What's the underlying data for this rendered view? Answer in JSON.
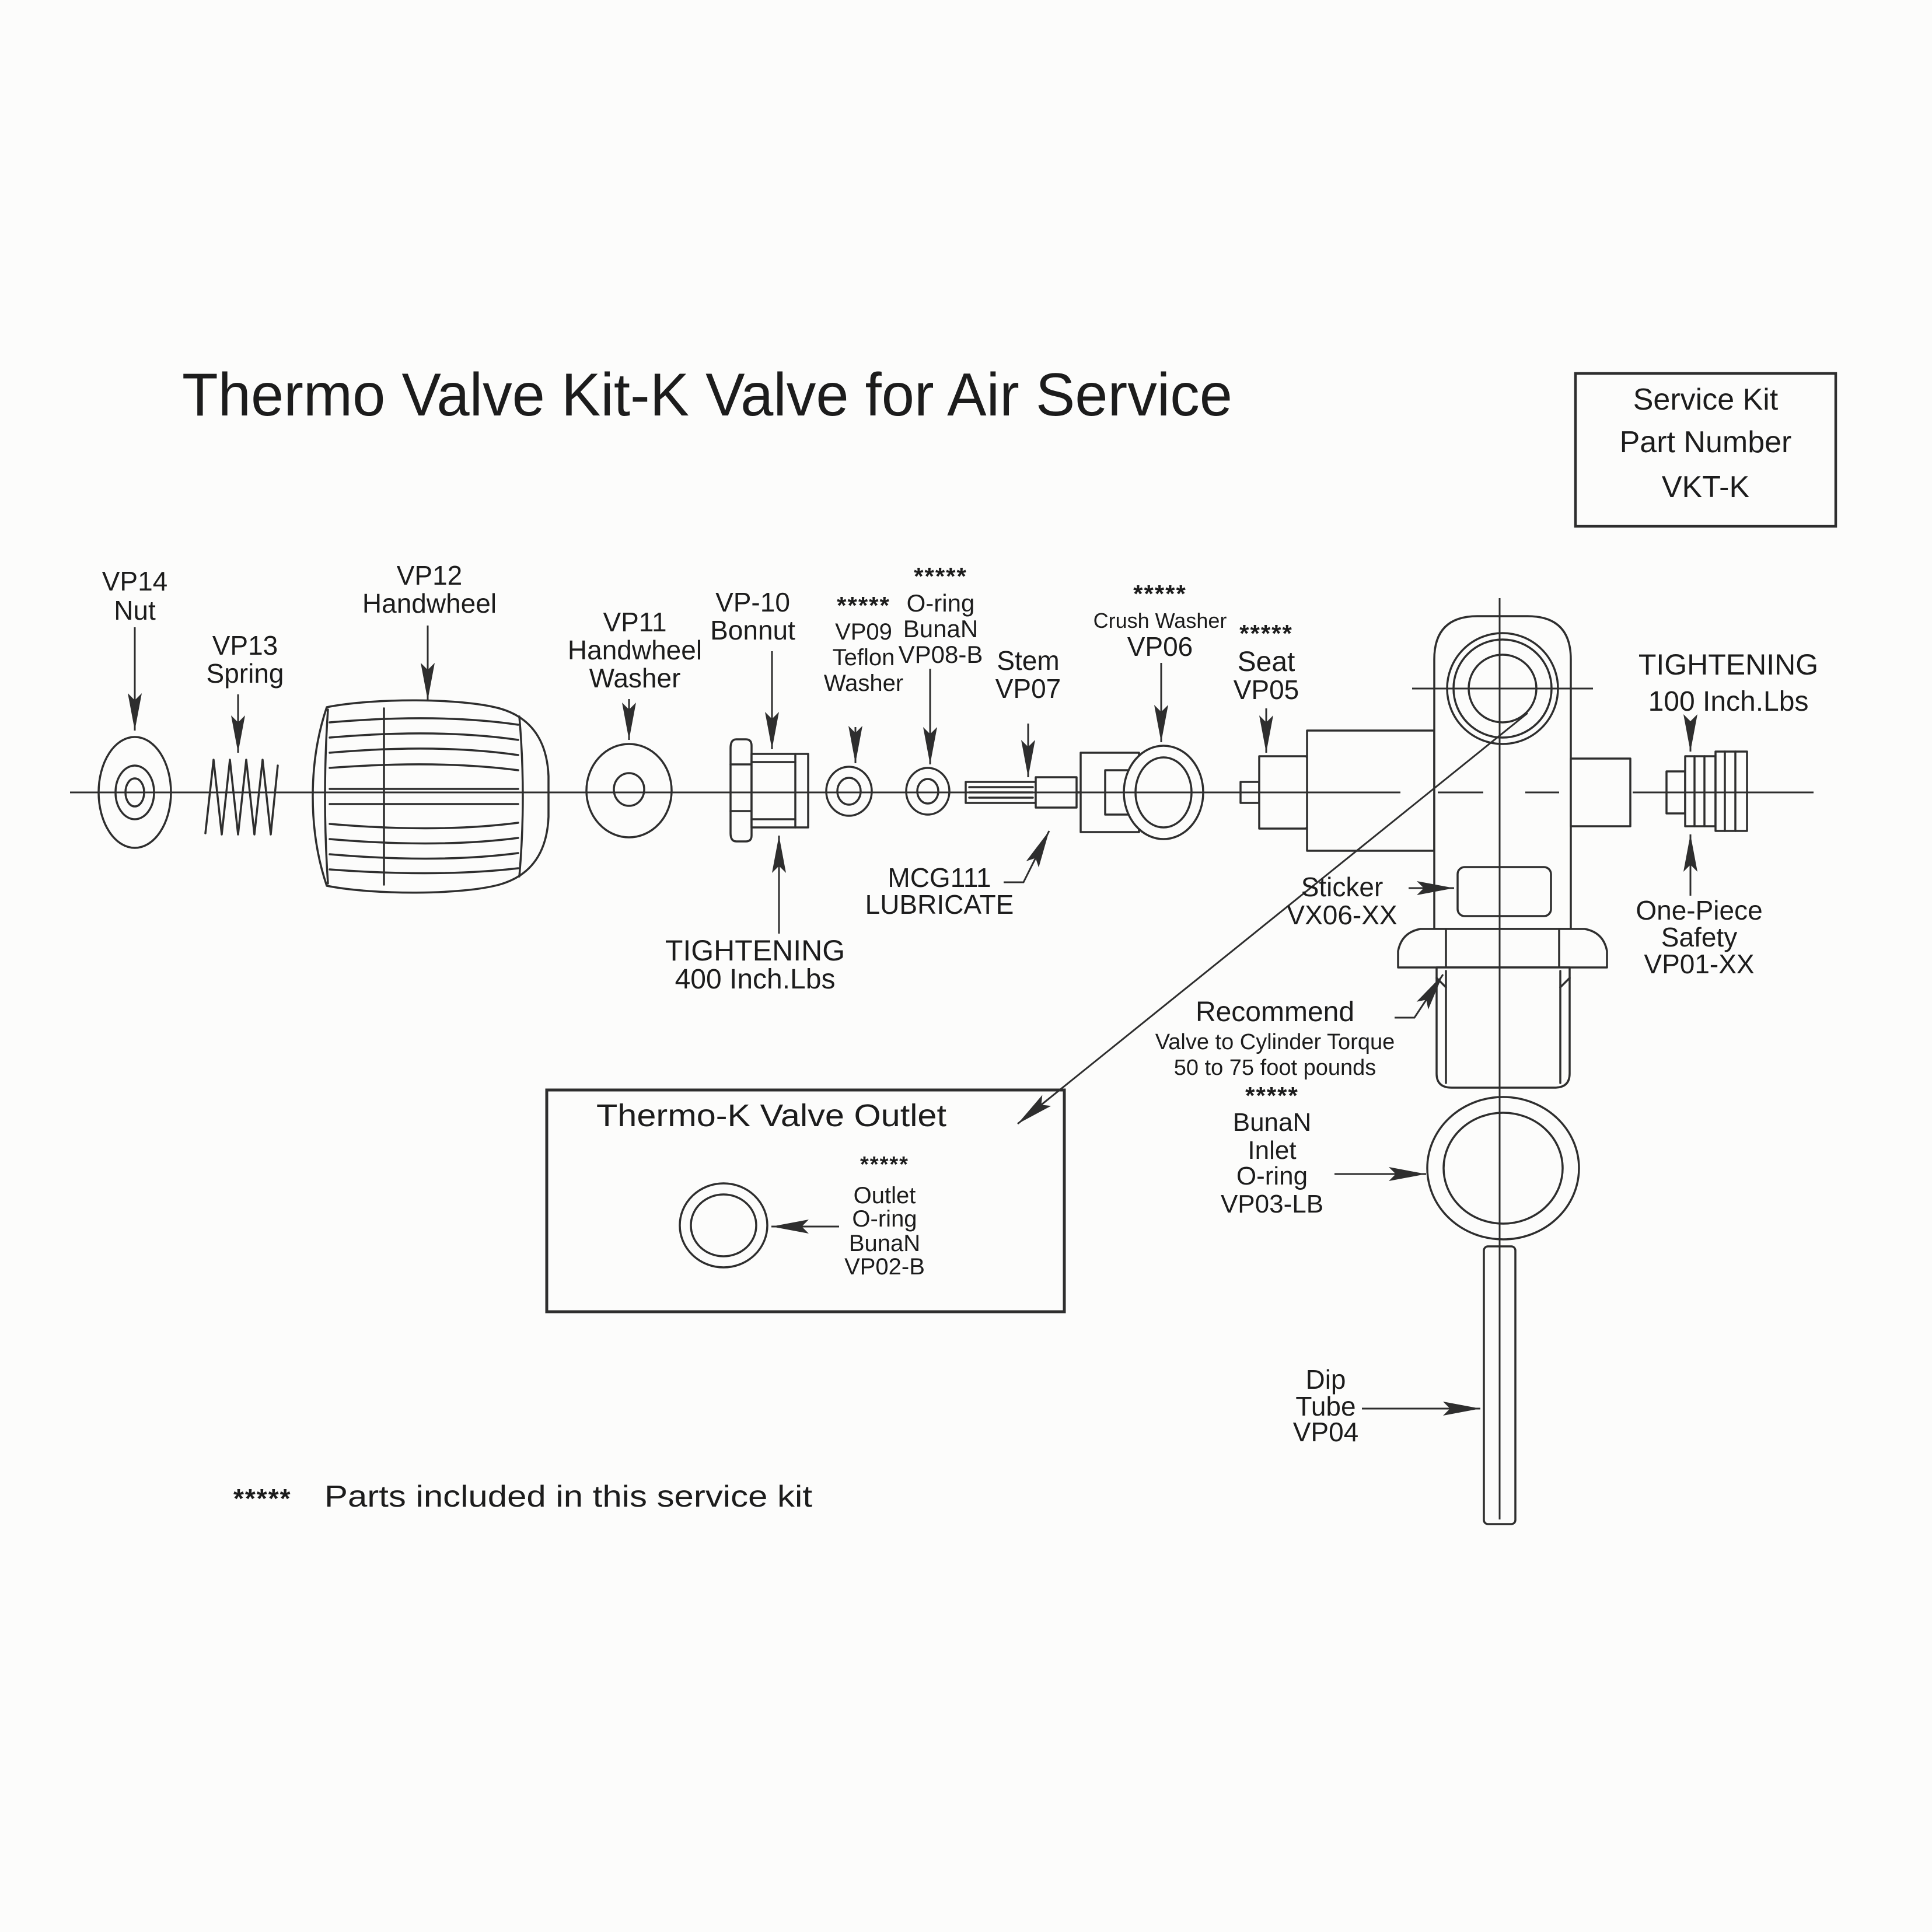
{
  "title": "Thermo Valve Kit-K Valve for Air Service",
  "colors": {
    "ink": "#1c1c1c",
    "line": "#2e2e2e",
    "paper": "#fcfcfb"
  },
  "service_kit_box": {
    "lines": [
      "Service Kit",
      "Part Number",
      "VKT-K"
    ]
  },
  "labels": {
    "vp14": [
      "VP14",
      "Nut"
    ],
    "vp13": [
      "VP13",
      "Spring"
    ],
    "vp12": [
      "VP12",
      "Handwheel"
    ],
    "vp11": [
      "VP11",
      "Handwheel",
      "Washer"
    ],
    "vp10": [
      "VP-10",
      "Bonnut"
    ],
    "vp09": [
      "*****",
      "VP09",
      "Teflon",
      "Washer"
    ],
    "vp08": [
      "*****",
      "O-ring",
      "BunaN",
      "VP08-B"
    ],
    "vp07": [
      "Stem",
      "VP07"
    ],
    "vp06": [
      "*****",
      "Crush Washer",
      "VP06"
    ],
    "vp05": [
      "*****",
      "Seat",
      "VP05"
    ],
    "tightening_bonnut": [
      "TIGHTENING",
      "400 Inch.Lbs"
    ],
    "mcg111": [
      "MCG111",
      "LUBRICATE"
    ],
    "tightening_safety": [
      "TIGHTENING",
      "100 Inch.Lbs"
    ],
    "one_piece_safety": [
      "One-Piece",
      "Safety",
      "VP01-XX"
    ],
    "sticker": [
      "Sticker",
      "VX06-XX"
    ],
    "recommend": [
      "Recommend",
      "Valve to Cylinder Torque",
      "50 to 75 foot pounds"
    ],
    "inlet_oring": [
      "*****",
      "BunaN",
      "Inlet",
      "O-ring",
      "VP03-LB"
    ],
    "dip_tube": [
      "Dip",
      "Tube",
      "VP04"
    ]
  },
  "outlet_box": {
    "title": "Thermo-K Valve Outlet",
    "label": [
      "*****",
      "Outlet",
      "O-ring",
      "BunaN",
      "VP02-B"
    ]
  },
  "footnote": {
    "stars": "*****",
    "text": "Parts included in this service kit"
  }
}
